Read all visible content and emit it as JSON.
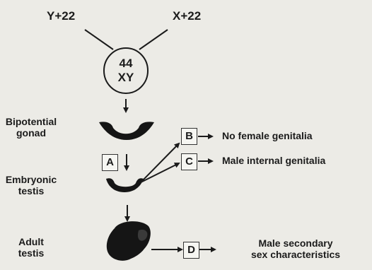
{
  "parents": {
    "sperm": "Y+22",
    "egg": "X+22"
  },
  "zygote": {
    "count": "44",
    "chromosomes": "XY"
  },
  "stages": {
    "bipotential_line1": "Bipotential",
    "bipotential_line2": "gonad",
    "embryonic_line1": "Embryonic",
    "embryonic_line2": "testis",
    "adult_line1": "Adult",
    "adult_line2": "testis"
  },
  "labels": {
    "A": "A",
    "B": "B",
    "C": "C",
    "D": "D"
  },
  "outcomes": {
    "B": "No female genitalia",
    "C": "Male internal genitalia",
    "D_line1": "Male secondary",
    "D_line2": "sex characteristics"
  }
}
